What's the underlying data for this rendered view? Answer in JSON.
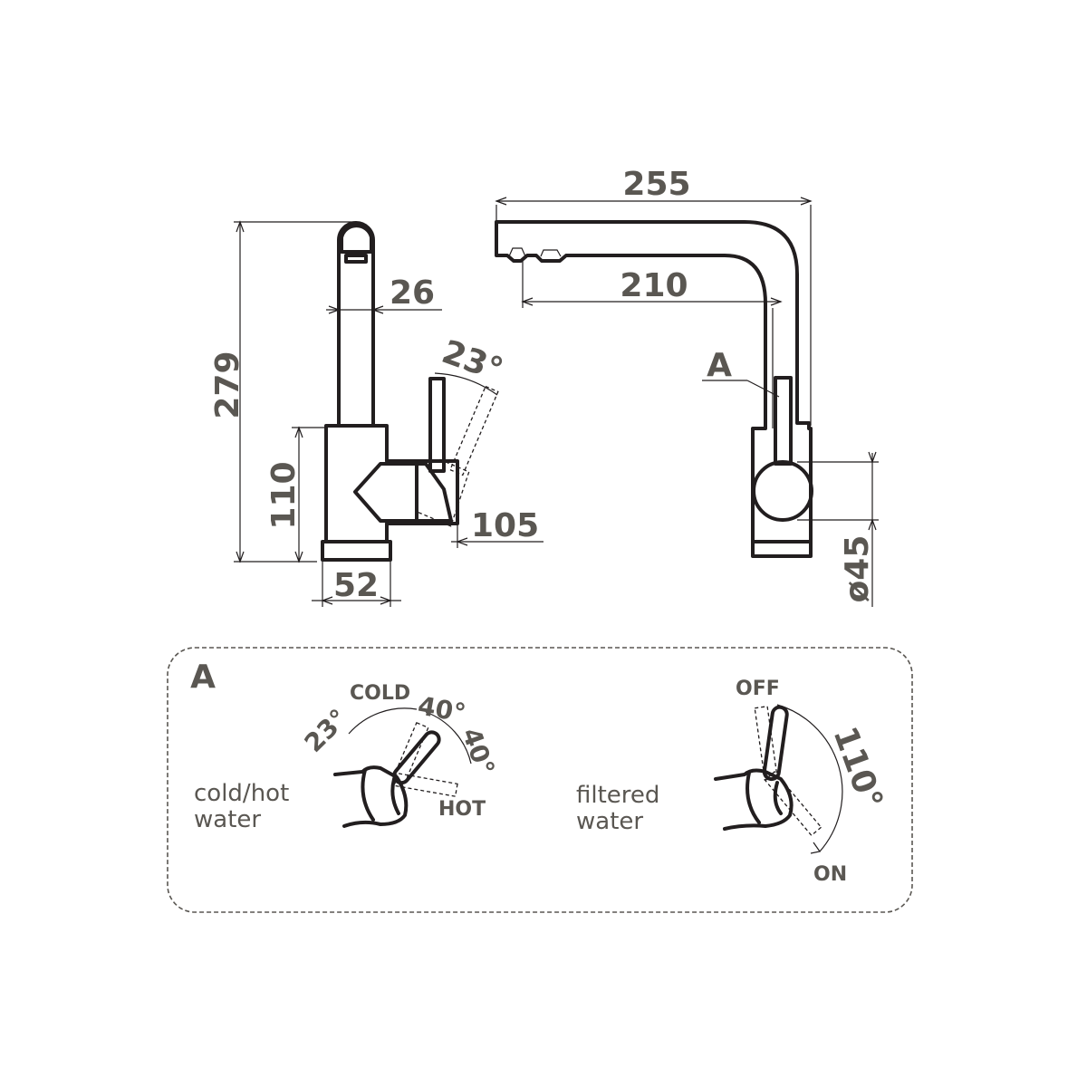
{
  "dimensions": {
    "height_total": "279",
    "height_body": "110",
    "spout_width": "26",
    "handle_angle": "23°",
    "handle_reach": "105",
    "base_width": "52",
    "reach_total": "255",
    "reach_spout": "210",
    "marker": "A",
    "diameter": "ø45"
  },
  "detail": {
    "title": "A",
    "left": {
      "caption_line1": "cold/hot",
      "caption_line2": "water",
      "label_cold": "COLD",
      "label_hot": "HOT",
      "angle_23": "23°",
      "angle_40a": "40°",
      "angle_40b": "40°"
    },
    "right": {
      "caption_line1": "filtered",
      "caption_line2": "water",
      "label_off": "OFF",
      "label_on": "ON",
      "angle_110": "110°"
    }
  }
}
